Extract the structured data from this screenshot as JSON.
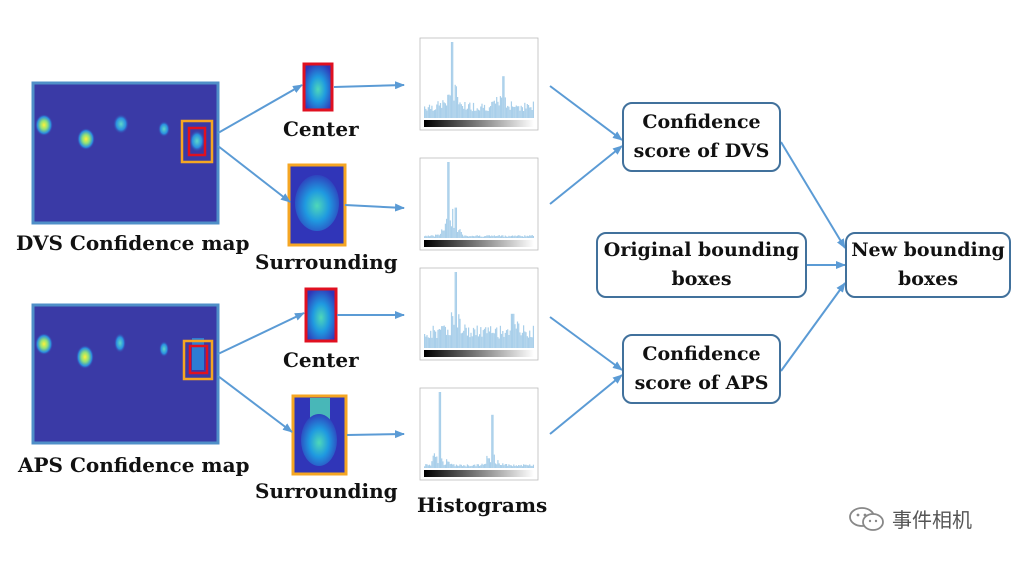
{
  "labels": {
    "dvs_map": "DVS Confidence map",
    "aps_map": "APS Confidence map",
    "center_1": "Center",
    "surrounding_1": "Surrounding",
    "center_2": "Center",
    "surrounding_2": "Surrounding",
    "histograms": "Histograms"
  },
  "boxes": {
    "conf_dvs": "Confidence\nscore of DVS",
    "original": "Original bounding\nboxes",
    "conf_aps": "Confidence\nscore of APS",
    "new_boxes": "New bounding\nboxes"
  },
  "watermark": {
    "text": "事件相机",
    "icon": "wechat-icon"
  },
  "colors": {
    "arrow": "#5b9bd5",
    "box_border": "#41719c",
    "map_bg": "#3a3aa6",
    "map_border": "#4f8fc8",
    "crop_red": "#e01020",
    "crop_orange": "#f5a623",
    "hist_bar": "#a9cfea"
  }
}
